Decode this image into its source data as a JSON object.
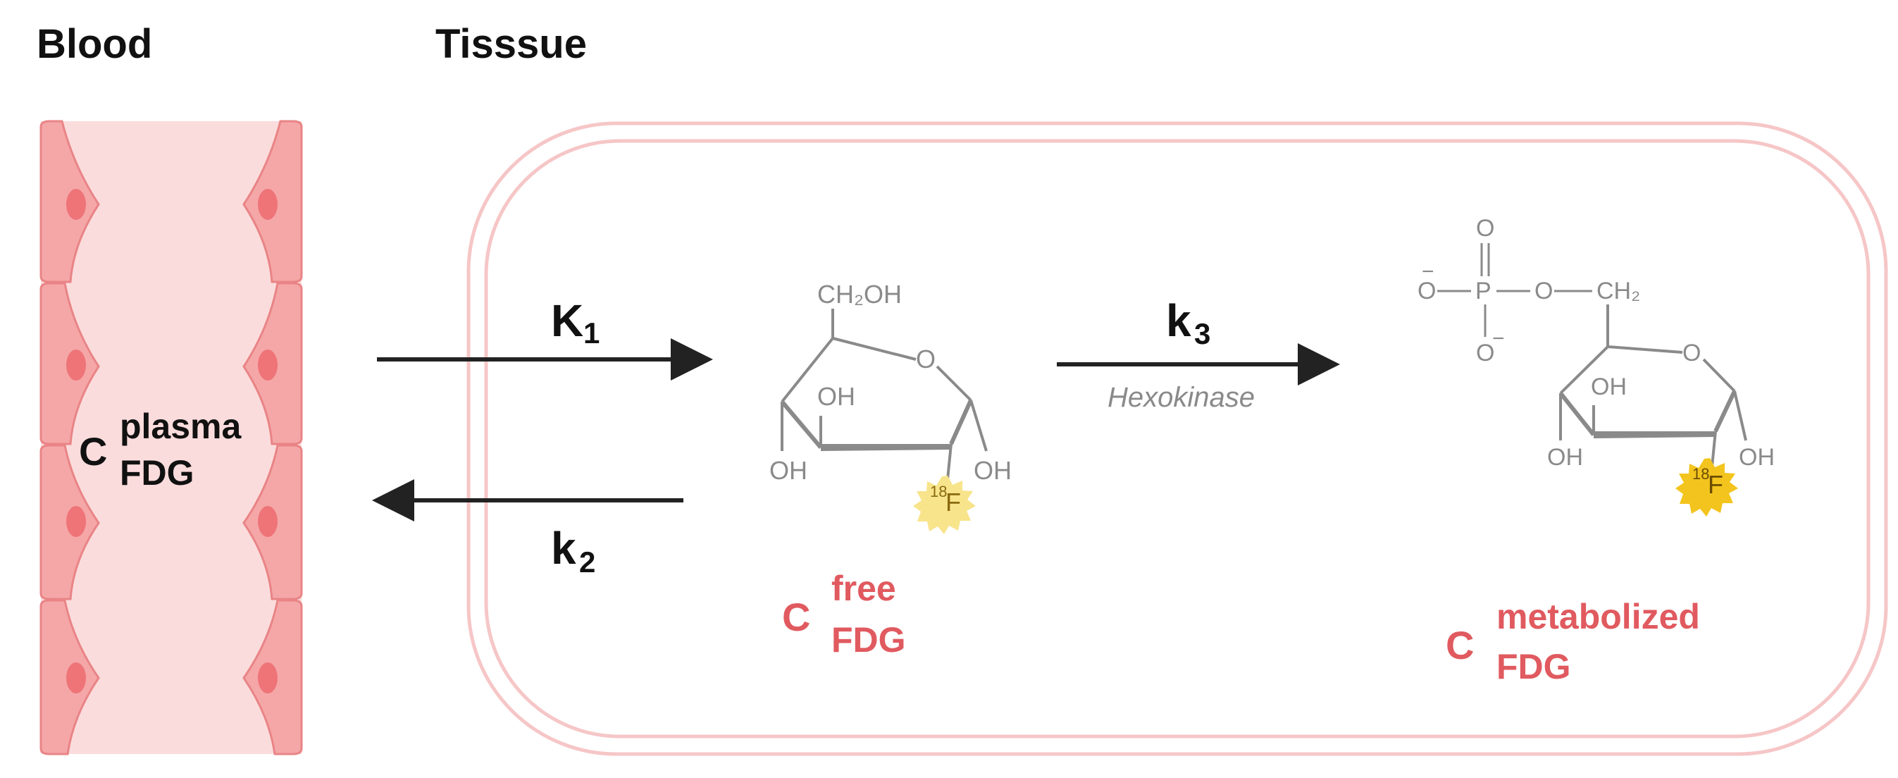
{
  "headers": {
    "blood": "Blood",
    "tissue": "Tisssue"
  },
  "plasma": {
    "c": "C",
    "sup": "plasma",
    "sub": "FDG"
  },
  "free": {
    "c": "C",
    "sup": "free",
    "sub": "FDG"
  },
  "metabolized": {
    "c": "C",
    "sup": "metabolized",
    "sub": "FDG"
  },
  "rates": {
    "k1": {
      "letter": "K",
      "index": "1"
    },
    "k2": {
      "letter": "k",
      "index": "2"
    },
    "k3": {
      "letter": "k",
      "index": "3",
      "enzyme": "Hexokinase"
    }
  },
  "fdg_molecule": {
    "ch2oh": "CH₂OH",
    "ring_o": "O",
    "oh_top": "OH",
    "oh_left": "OH",
    "oh_right": "OH",
    "f_mass": "18",
    "f_symbol": "F"
  },
  "fdg6p_molecule": {
    "phos_o_top": "O",
    "phos_o_left": "O",
    "phos_minus_left": "−",
    "phos_p": "P",
    "phos_o_bottom": "O",
    "phos_minus_bottom": "−",
    "ester_o": "O",
    "ch2": "CH₂",
    "ring_o": "O",
    "oh_top": "OH",
    "oh_left": "OH",
    "oh_right": "OH",
    "f_mass": "18",
    "f_symbol": "F"
  },
  "colors": {
    "red_label": "#e05a5f",
    "vessel_fill": "#fbdcdc",
    "endothelial": "#f5a7a8",
    "endothelial_edge": "#e98486",
    "nucleus": "#ee7478",
    "cell_outline": "#f6c6c7",
    "molecule_gray": "#8a8a8a",
    "f_badge_pale": "#f8e48b",
    "f_badge_bright": "#f3c41d",
    "arrow": "#222222"
  }
}
